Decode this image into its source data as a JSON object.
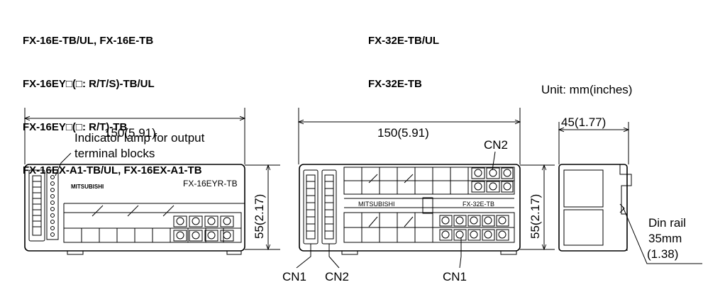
{
  "header": {
    "left_lines": [
      "FX-16E-TB/UL, FX-16E-TB",
      "FX-16EY□(□: R/T/S)-TB/UL",
      "FX-16EY□(□: R/T)-TB",
      "FX-16EX-A1-TB/UL, FX-16EX-A1-TB"
    ],
    "right_lines": [
      "FX-32E-TB/UL",
      "FX-32E-TB"
    ]
  },
  "unit_label": "Unit: mm(inches)",
  "left_view": {
    "width_dim": "150(5.91)",
    "height_dim": "55(2.17)",
    "note_line1": "Indicator lamp for output",
    "note_line2": "terminal blocks",
    "brand": "MITSUBISHI",
    "model": "FX-16EYR-TB"
  },
  "middle_view": {
    "width_dim": "150(5.91)",
    "height_dim": "55(2.17)",
    "brand": "MITSUBISHI",
    "model": "FX-32E-TB",
    "cn2_top": "CN2",
    "cn1_bottom_left": "CN1",
    "cn2_bottom": "CN2",
    "cn1_bottom_right": "CN1"
  },
  "side_view": {
    "depth_dim": "45(1.77)",
    "rail_line1": "Din rail",
    "rail_line2": "35mm",
    "rail_line3": "(1.38)"
  }
}
